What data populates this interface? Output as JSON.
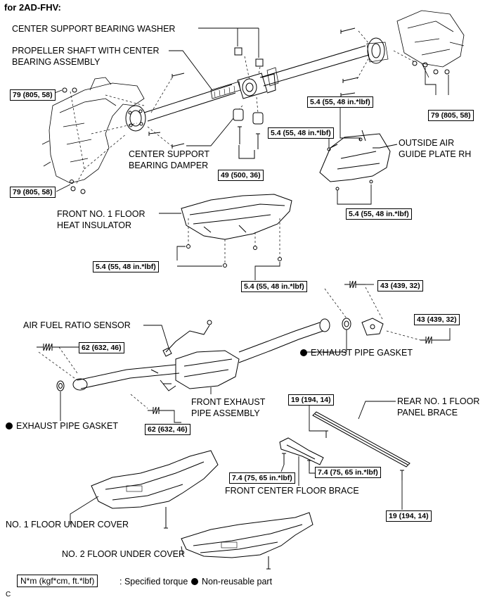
{
  "title": "for 2AD-FHV:",
  "labels": {
    "center_support_bearing_washer": "CENTER SUPPORT BEARING WASHER",
    "propeller_shaft_1": "PROPELLER SHAFT WITH CENTER",
    "propeller_shaft_2": "BEARING ASSEMBLY",
    "center_support_damper_1": "CENTER SUPPORT",
    "center_support_damper_2": "BEARING DAMPER",
    "outside_air_guide_1": "OUTSIDE AIR",
    "outside_air_guide_2": "GUIDE PLATE RH",
    "front_floor_heat_insulator_1": "FRONT NO. 1 FLOOR",
    "front_floor_heat_insulator_2": "HEAT INSULATOR",
    "air_fuel_ratio_sensor": "AIR FUEL RATIO SENSOR",
    "exhaust_pipe_gasket_right": "EXHAUST PIPE GASKET",
    "exhaust_pipe_gasket_left": "EXHAUST PIPE GASKET",
    "front_exhaust_pipe_1": "FRONT EXHAUST",
    "front_exhaust_pipe_2": "PIPE ASSEMBLY",
    "rear_floor_panel_brace_1": "REAR NO. 1 FLOOR",
    "rear_floor_panel_brace_2": "PANEL BRACE",
    "front_center_floor_brace": "FRONT CENTER FLOOR BRACE",
    "floor_under_cover_1": "NO. 1 FLOOR UNDER COVER",
    "floor_under_cover_2": "NO. 2 FLOOR UNDER COVER"
  },
  "torques": {
    "t79_a": "79 (805, 58)",
    "t79_b": "79 (805, 58)",
    "t79_c": "79 (805, 58)",
    "t54_a": "5.4 (55, 48 in.*lbf)",
    "t54_b": "5.4 (55, 48 in.*lbf)",
    "t54_c": "5.4 (55, 48 in.*lbf)",
    "t54_d": "5.4 (55, 48 in.*lbf)",
    "t54_e": "5.4 (55, 48 in.*lbf)",
    "t49": "49 (500, 36)",
    "t43_a": "43 (439, 32)",
    "t43_b": "43 (439, 32)",
    "t62_a": "62 (632, 46)",
    "t62_b": "62 (632, 46)",
    "t19_a": "19 (194, 14)",
    "t19_b": "19 (194, 14)",
    "t74_a": "7.4 (75, 65 in.*lbf)",
    "t74_b": "7.4 (75, 65 in.*lbf)"
  },
  "legend": {
    "torque_unit": "N*m (kgf*cm, ft.*lbf)",
    "torque_desc": ": Specified torque",
    "nonreusable": "Non-reusable part"
  },
  "corner_mark": "C"
}
